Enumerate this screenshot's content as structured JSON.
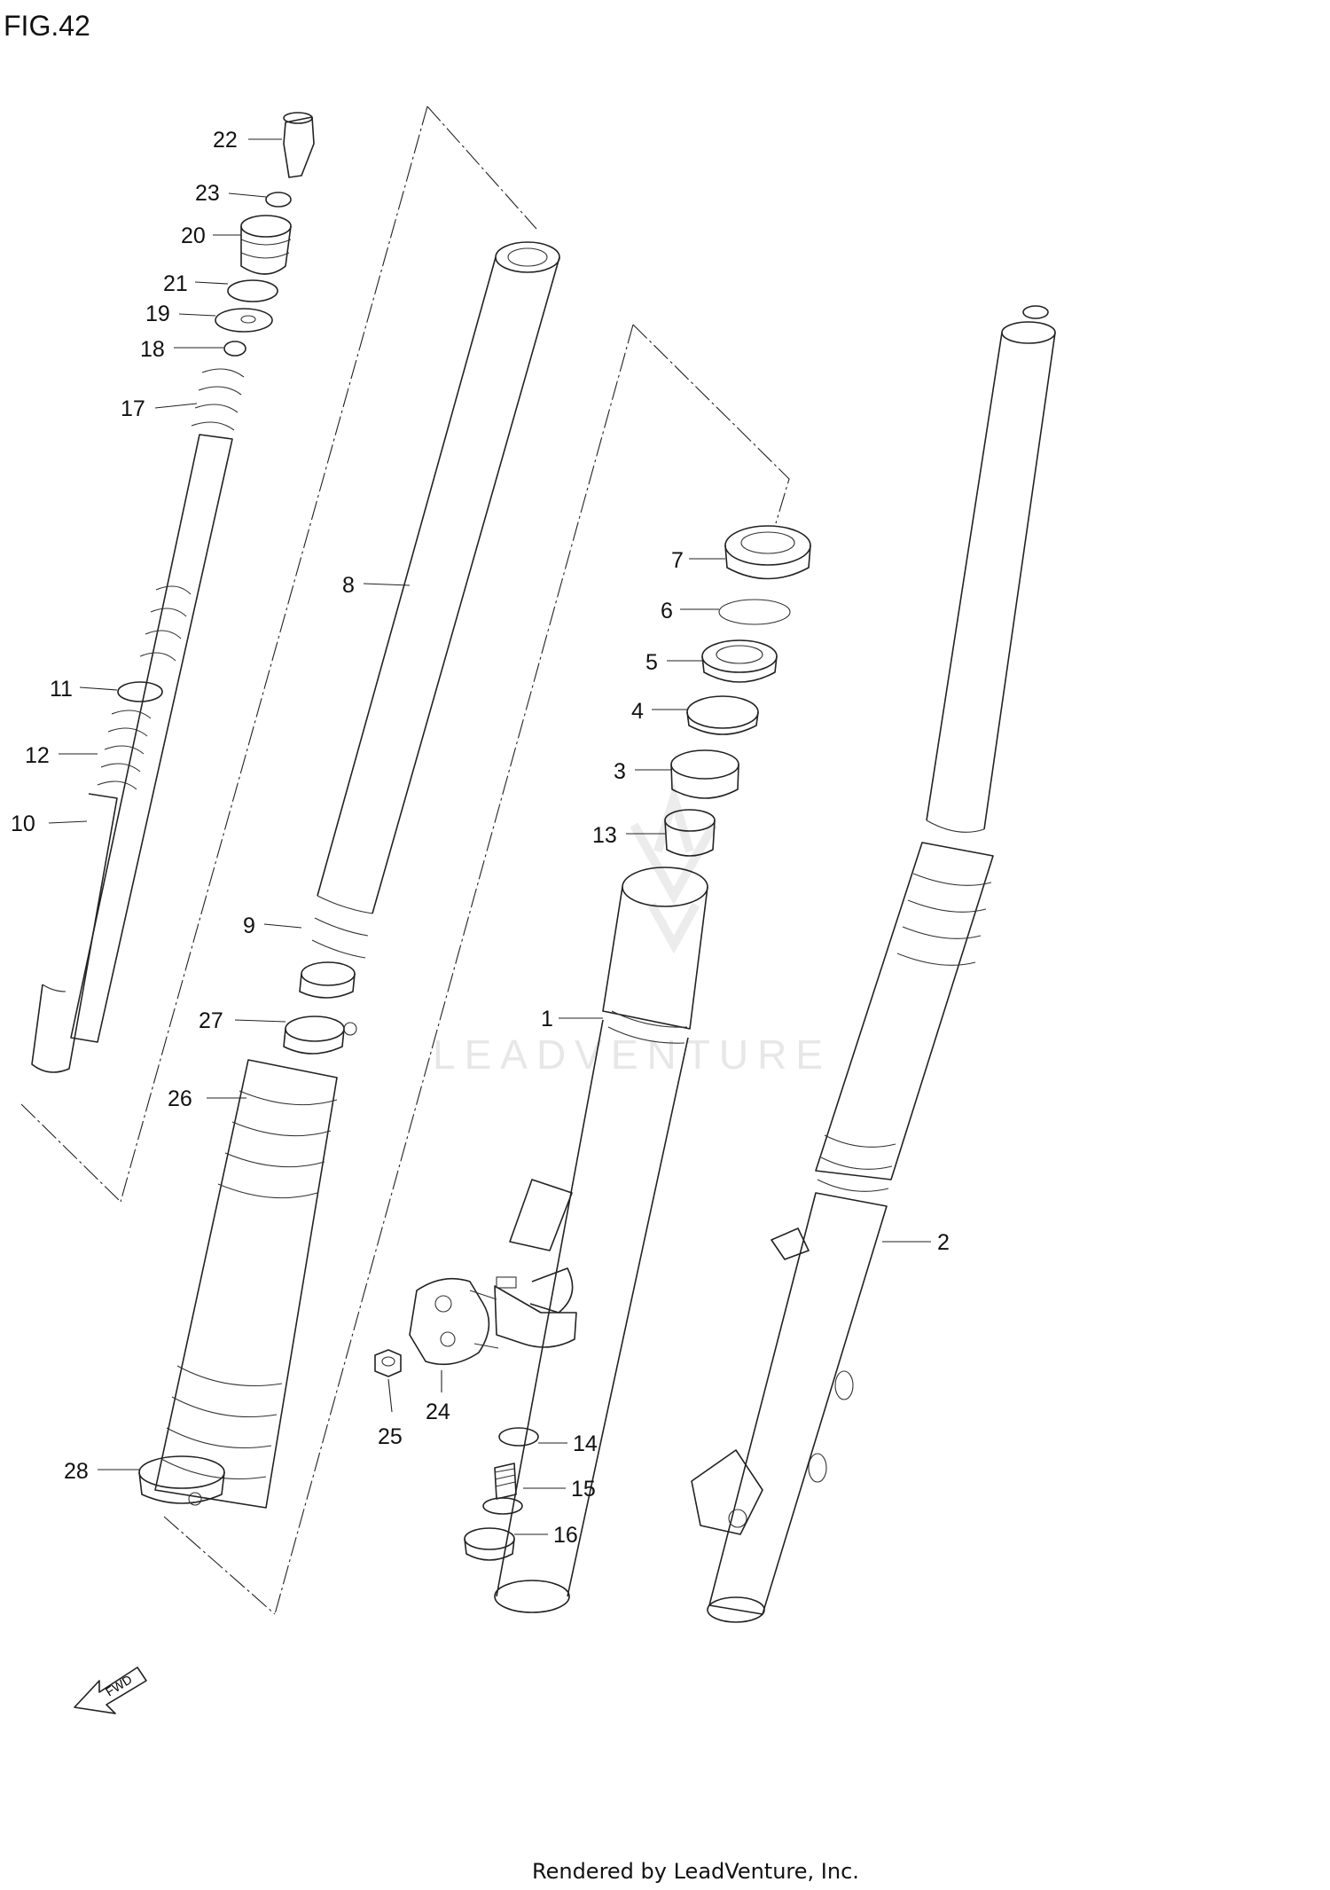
{
  "figure_title": "FIG.42",
  "watermark": "LEADVENTURE",
  "footer_credit": "Rendered by LeadVenture, Inc.",
  "direction_label": "FWD",
  "callouts": [
    {
      "id": "1",
      "label": "1"
    },
    {
      "id": "2",
      "label": "2"
    },
    {
      "id": "3",
      "label": "3"
    },
    {
      "id": "4",
      "label": "4"
    },
    {
      "id": "5",
      "label": "5"
    },
    {
      "id": "6",
      "label": "6"
    },
    {
      "id": "7",
      "label": "7"
    },
    {
      "id": "8",
      "label": "8"
    },
    {
      "id": "9",
      "label": "9"
    },
    {
      "id": "10",
      "label": "10"
    },
    {
      "id": "11",
      "label": "11"
    },
    {
      "id": "12",
      "label": "12"
    },
    {
      "id": "13",
      "label": "13"
    },
    {
      "id": "14",
      "label": "14"
    },
    {
      "id": "15",
      "label": "15"
    },
    {
      "id": "16",
      "label": "16"
    },
    {
      "id": "17",
      "label": "17"
    },
    {
      "id": "18",
      "label": "18"
    },
    {
      "id": "19",
      "label": "19"
    },
    {
      "id": "20",
      "label": "20"
    },
    {
      "id": "21",
      "label": "21"
    },
    {
      "id": "22",
      "label": "22"
    },
    {
      "id": "23",
      "label": "23"
    },
    {
      "id": "24",
      "label": "24"
    },
    {
      "id": "25",
      "label": "25"
    },
    {
      "id": "26",
      "label": "26"
    },
    {
      "id": "27",
      "label": "27"
    },
    {
      "id": "28",
      "label": "28"
    }
  ]
}
